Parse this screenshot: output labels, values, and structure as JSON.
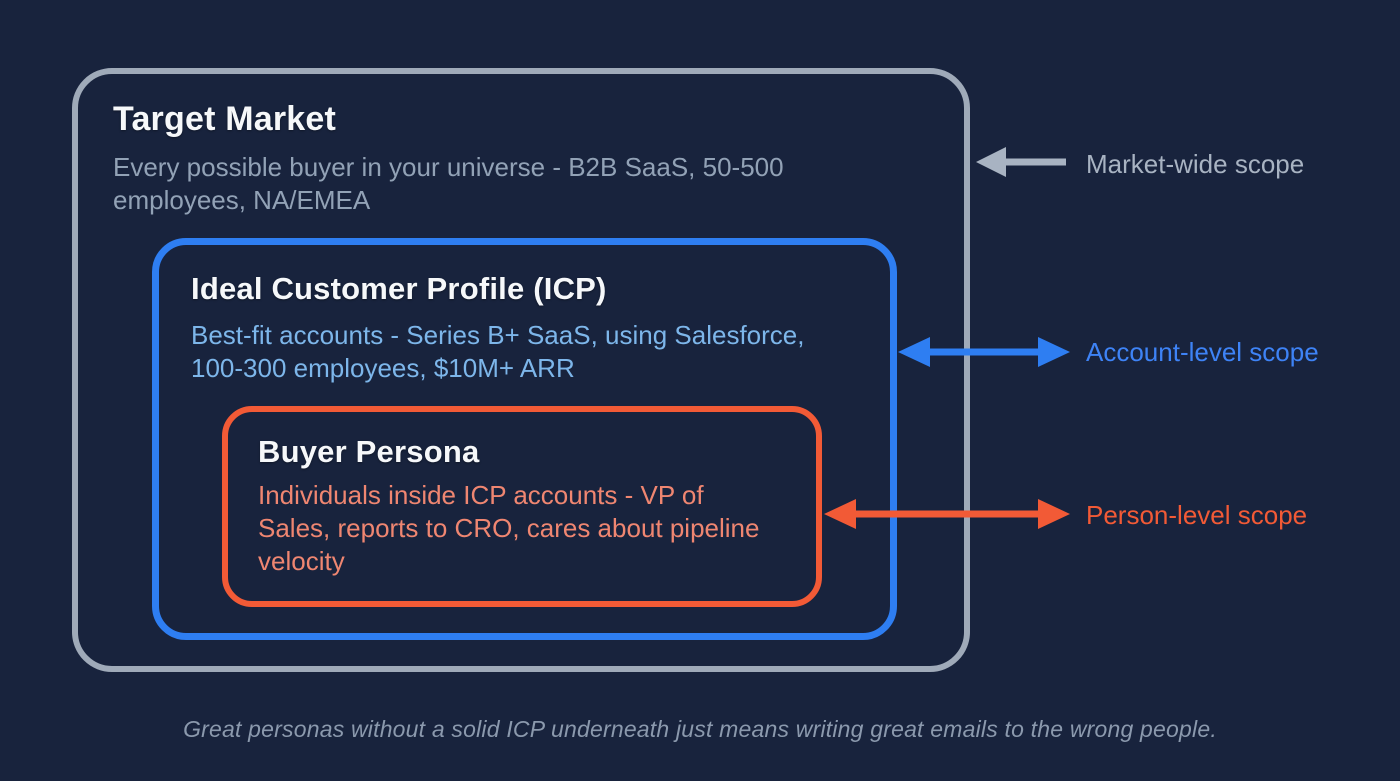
{
  "canvas": {
    "background_color": "#18233d"
  },
  "colors": {
    "title_text": "#f6f8fa",
    "gray_border": "#9faab9",
    "gray_text": "#92a2b6",
    "gray_arrow": "#a8b3c2",
    "blue_border": "#2e7ef2",
    "blue_text": "#7db6ea",
    "blue_label": "#3e83f6",
    "orange_border": "#f25a36",
    "orange_text": "#ef8671",
    "caption_text": "#8b99ad"
  },
  "diagram": {
    "boxes": [
      {
        "id": "target-market",
        "title": "Target Market",
        "desc_lines": [
          "Every possible buyer in your universe - B2B SaaS, 50-500",
          "employees, NA/EMEA"
        ]
      },
      {
        "id": "ideal-customer-profile",
        "title": "Ideal Customer Profile (ICP)",
        "desc_lines": [
          "Best-fit accounts - Series B+ SaaS, using Salesforce,",
          "100-300 employees, $10M+ ARR"
        ]
      },
      {
        "id": "buyer-persona",
        "title": "Buyer Persona",
        "desc_lines": [
          "Individuals inside ICP accounts - VP of",
          "Sales, reports to CRO, cares about pipeline",
          "velocity"
        ]
      }
    ],
    "annotations": [
      {
        "id": "market-wide",
        "label": "Market-wide scope",
        "arrow_style": "single-left"
      },
      {
        "id": "account-level",
        "label": "Account-level scope",
        "arrow_style": "double"
      },
      {
        "id": "person-level",
        "label": "Person-level scope",
        "arrow_style": "double"
      }
    ],
    "caption": "Great personas without a solid ICP underneath just means writing great emails to the wrong people."
  }
}
